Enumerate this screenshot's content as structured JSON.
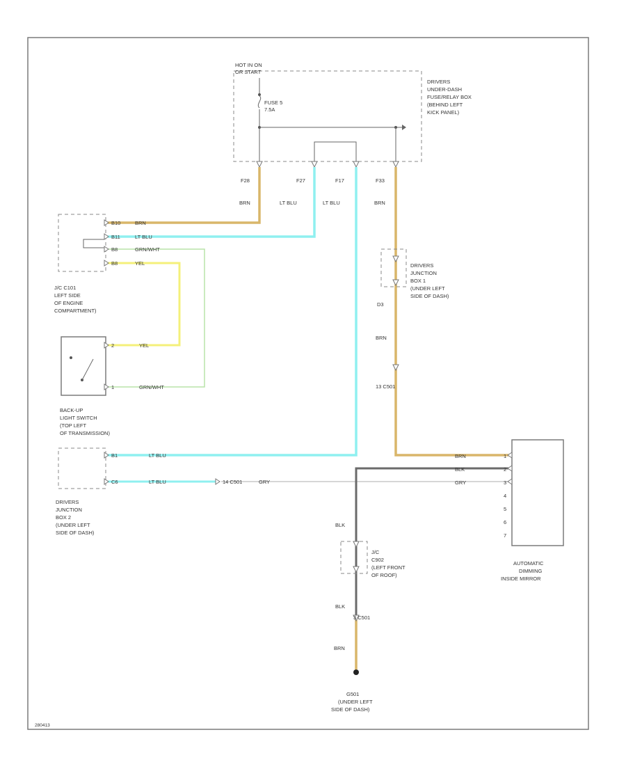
{
  "colors": {
    "brn": "#d9b66a",
    "lt_blu": "#8ff0f0",
    "grn_wht": "#b8e3a8",
    "yel": "#f4f07a",
    "gry": "#d6d6d6",
    "blk": "#6a6a6a",
    "frame": "#7a7a7a"
  },
  "fuse_box": {
    "power_label": [
      "HOT IN ON",
      "OR START"
    ],
    "fuse_label": [
      "FUSE 5",
      "7.5A"
    ],
    "name": [
      "DRIVERS",
      "UNDER-DASH",
      "FUSE/RELAY BOX",
      "(BEHIND LEFT",
      "KICK PANEL)"
    ],
    "pins": [
      "F28",
      "F27",
      "F17",
      "F33"
    ],
    "pin_wires": [
      "BRN",
      "LT BLU",
      "LT BLU",
      "BRN"
    ]
  },
  "jc_c101": {
    "pins": [
      "B10",
      "B11",
      "B8",
      "B8"
    ],
    "wires": [
      "BRN",
      "LT BLU",
      "GRN/WHT",
      "YEL"
    ],
    "name": [
      "J/C C101",
      "LEFT SIDE",
      "OF ENGINE",
      "COMPARTMENT)"
    ]
  },
  "backup_switch": {
    "pins": [
      "2",
      "1"
    ],
    "wires": [
      "YEL",
      "GRN/WHT"
    ],
    "name": [
      "BACK-UP",
      "LIGHT SWITCH",
      "(TOP LEFT",
      "OF TRANSMISSION)"
    ]
  },
  "junction_box1": {
    "name": [
      "DRIVERS",
      "JUNCTION",
      "BOX 1",
      "(UNDER LEFT",
      "SIDE OF DASH)"
    ],
    "pin": "D3",
    "wire": "BRN",
    "connector": "13 C501"
  },
  "junction_box2": {
    "pins": [
      "B1",
      "C6"
    ],
    "wires": [
      "LT BLU",
      "LT BLU"
    ],
    "connector": "14 C501",
    "wire_gry": "GRY",
    "name": [
      "DRIVERS",
      "JUNCTION",
      "BOX 2",
      "(UNDER LEFT",
      "SIDE OF DASH)"
    ]
  },
  "mirror": {
    "wires": [
      "BRN",
      "BLK",
      "GRY"
    ],
    "pins": [
      "1",
      "2",
      "3",
      "4",
      "5",
      "6",
      "7"
    ],
    "name": [
      "AUTOMATIC",
      "DIMMING",
      "INSIDE MIRROR"
    ]
  },
  "jc_c902": {
    "wire_top": "BLK",
    "name": [
      "J/C",
      "C902",
      "(LEFT FRONT",
      "OF ROOF)"
    ],
    "wire_bottom": "BLK",
    "connector": "3 C501",
    "wire_ground": "BRN"
  },
  "ground": {
    "id": "G501",
    "name": [
      "(UNDER LEFT",
      "SIDE OF DASH)"
    ]
  },
  "footer_code": "280413"
}
